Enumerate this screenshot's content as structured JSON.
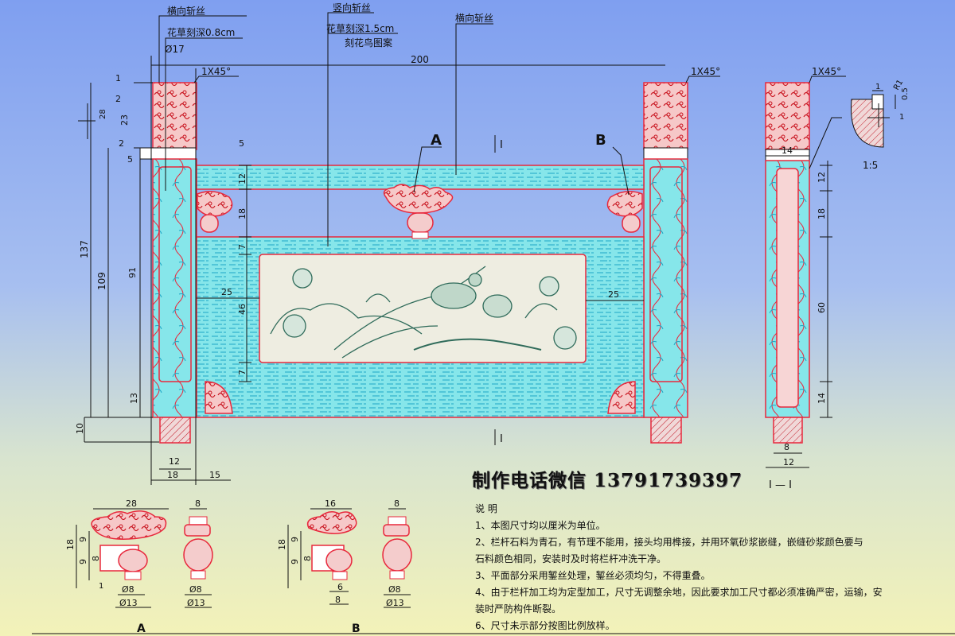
{
  "labels": {
    "top1": "横向斩丝",
    "top2": "花草刻深0.8cm",
    "top3": "竖向斩丝",
    "top4": "花草刻深1.5cm",
    "top5": "刻花鸟图案",
    "top6": "横向斩丝",
    "phi17": "Ø17",
    "chamfer": "1X45°",
    "width200": "200",
    "markA": "A",
    "markB": "B",
    "sec": "I",
    "scale": "1:5",
    "secTitle": "I — I",
    "detA": "A",
    "detB": "B"
  },
  "dims": {
    "d1": "1",
    "d2": "2",
    "d23": "23",
    "d5a": "5",
    "d5b": "5",
    "d28": "28",
    "d12": "12",
    "d18": "18",
    "d7a": "7",
    "d46": "46",
    "d7b": "7",
    "d13": "13",
    "d137": "137",
    "d109": "109",
    "d91": "91",
    "d10": "10",
    "d25a": "25",
    "d25b": "25",
    "b12": "12",
    "b18": "18",
    "b15": "15",
    "s14": "14",
    "s12": "12",
    "s18": "18",
    "s60": "60",
    "s14b": "14",
    "s8": "8",
    "s12b": "12",
    "r1": "1",
    "r05": "0.5",
    "rR": "R1",
    "r1b": "1",
    "a28": "28",
    "a8": "8",
    "a18": "18",
    "a9a": "9",
    "a9b": "9",
    "a8v": "8",
    "a1": "1",
    "aphi8": "Ø8",
    "aphi13": "Ø13",
    "b16": "16",
    "bb8": "8",
    "bb18": "18",
    "bb9a": "9",
    "bb9b": "9",
    "bb8v": "8",
    "bb6": "6",
    "bb8h": "8",
    "bbphi8": "Ø8",
    "bbphi13": "Ø13"
  },
  "contact": "制作电话微信 13791739397",
  "notes": {
    "title": "说  明",
    "items": [
      "1、本图尺寸均以厘米为单位。",
      "2、栏杆石料为青石，有节理不能用，接头均用榫接，并用环氧砂浆嵌缝，嵌缝砂浆颜色要与",
      "石料颜色相同，安装时及时将栏杆冲洗干净。",
      "3、平面部分采用錾丝处理，錾丝必须均匀，不得重叠。",
      "4、由于栏杆加工均为定型加工，尺寸无调整余地，因此要求加工尺寸都必须准确严密，运输，安",
      "装时严防构件断裂。",
      "6、尺寸未示部分按图比例放样。"
    ]
  },
  "colors": {
    "red": "#e8283c",
    "cyan": "#7fe7ea",
    "hatch": "#1ea7c7",
    "line": "#111111",
    "relief": "#e8e8dc"
  }
}
